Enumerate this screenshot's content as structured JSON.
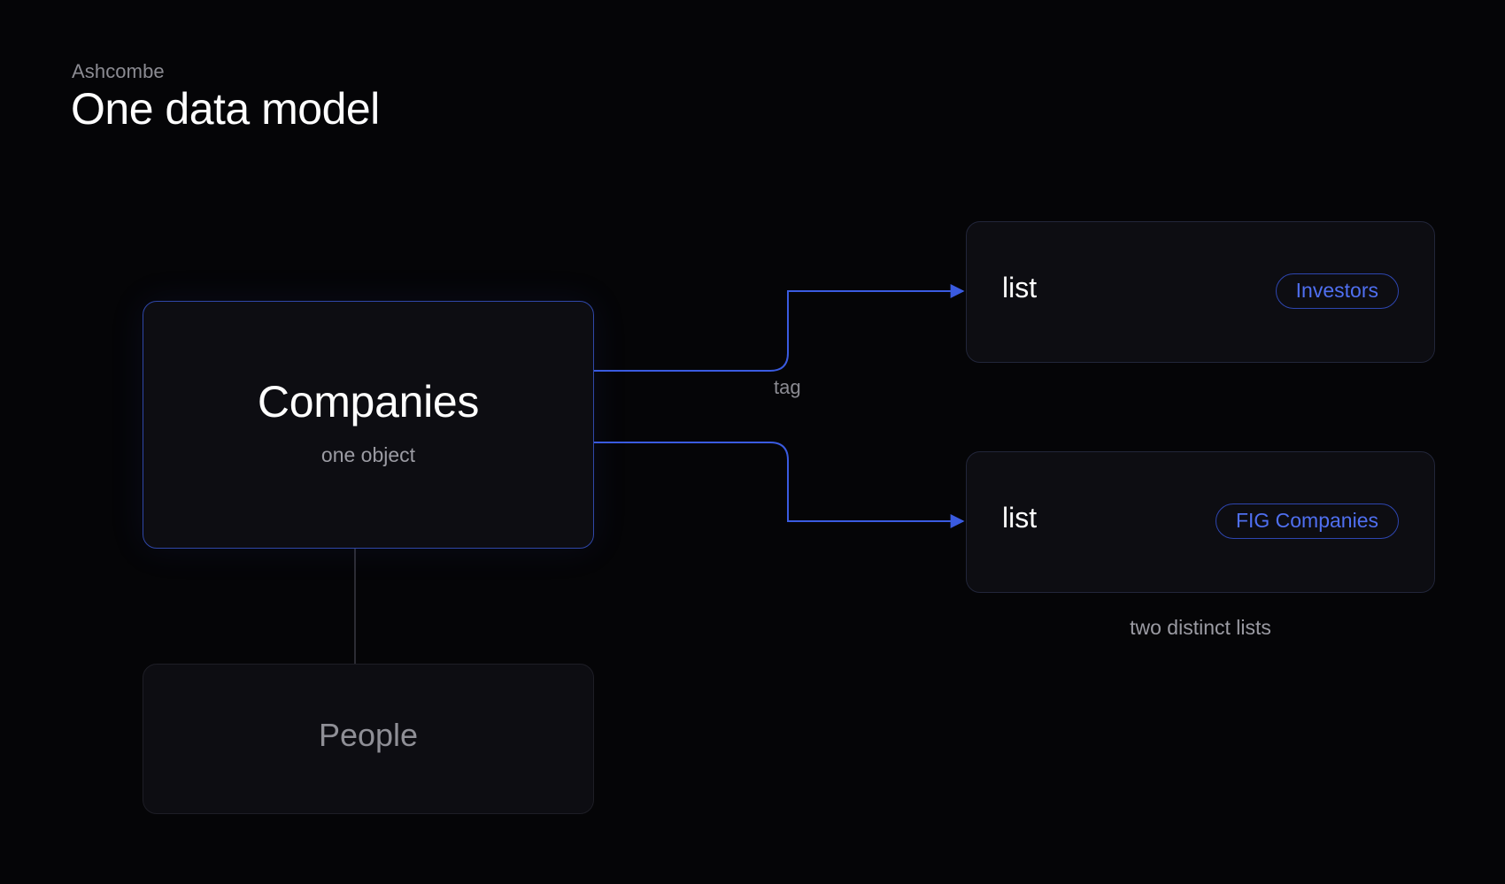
{
  "header": {
    "brand": "Ashcombe",
    "title": "One data model"
  },
  "diagram": {
    "companies": {
      "title": "Companies",
      "subtitle": "one object"
    },
    "people": {
      "title": "People"
    },
    "connector_label": "tag",
    "lists": [
      {
        "label": "list",
        "tag": "Investors"
      },
      {
        "label": "list",
        "tag": "FIG Companies"
      }
    ],
    "lists_caption": "two distinct lists"
  },
  "colors": {
    "background": "#050507",
    "accent": "#3a5be0",
    "box_fill": "#0d0d12",
    "text_primary": "#ffffff",
    "text_muted": "#9b9ba3"
  }
}
